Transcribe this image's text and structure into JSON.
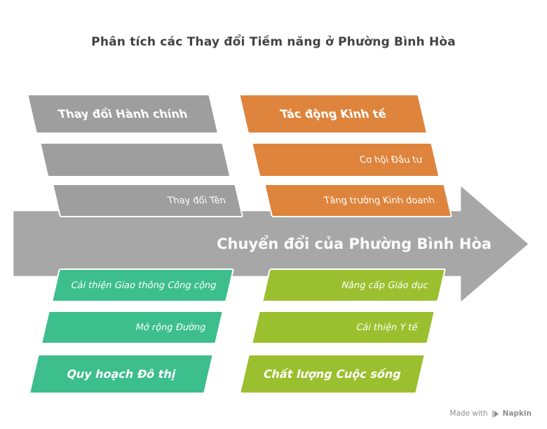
{
  "title": "Phân tích các Thay đổi Tiềm năng ở Phường Bình Hòa",
  "arrow": {
    "label": "Chuyển đổi của Phường Bình Hòa"
  },
  "groups": {
    "administrative": {
      "header": "Thay đổi Hành chính",
      "item_blank": "",
      "item_name": "Thay đổi Tên"
    },
    "economic": {
      "header": "Tác động Kinh tế",
      "item_investment": "Cơ hội Đầu tư",
      "item_business": "Tăng trưởng Kinh doanh"
    },
    "infrastructure": {
      "header": "Quy hoạch Đô thị",
      "item_transport": "Cải thiện Giao thông Công cộng",
      "item_road": "Mở rộng Đường"
    },
    "quality_of_life": {
      "header": "Chất lượng Cuộc sống",
      "item_education": "Nâng cấp Giáo dục",
      "item_health": "Cải thiện Y tế"
    }
  },
  "watermark": {
    "prefix": "Made with",
    "brand": "Napkin"
  },
  "colors": {
    "gray": "#9E9E9E",
    "orange": "#DE843C",
    "green": "#3CBE8D",
    "olive": "#9BC02F",
    "arrow": "#A7A7A7",
    "title": "#424242",
    "watermark": "#8E8E8E"
  }
}
